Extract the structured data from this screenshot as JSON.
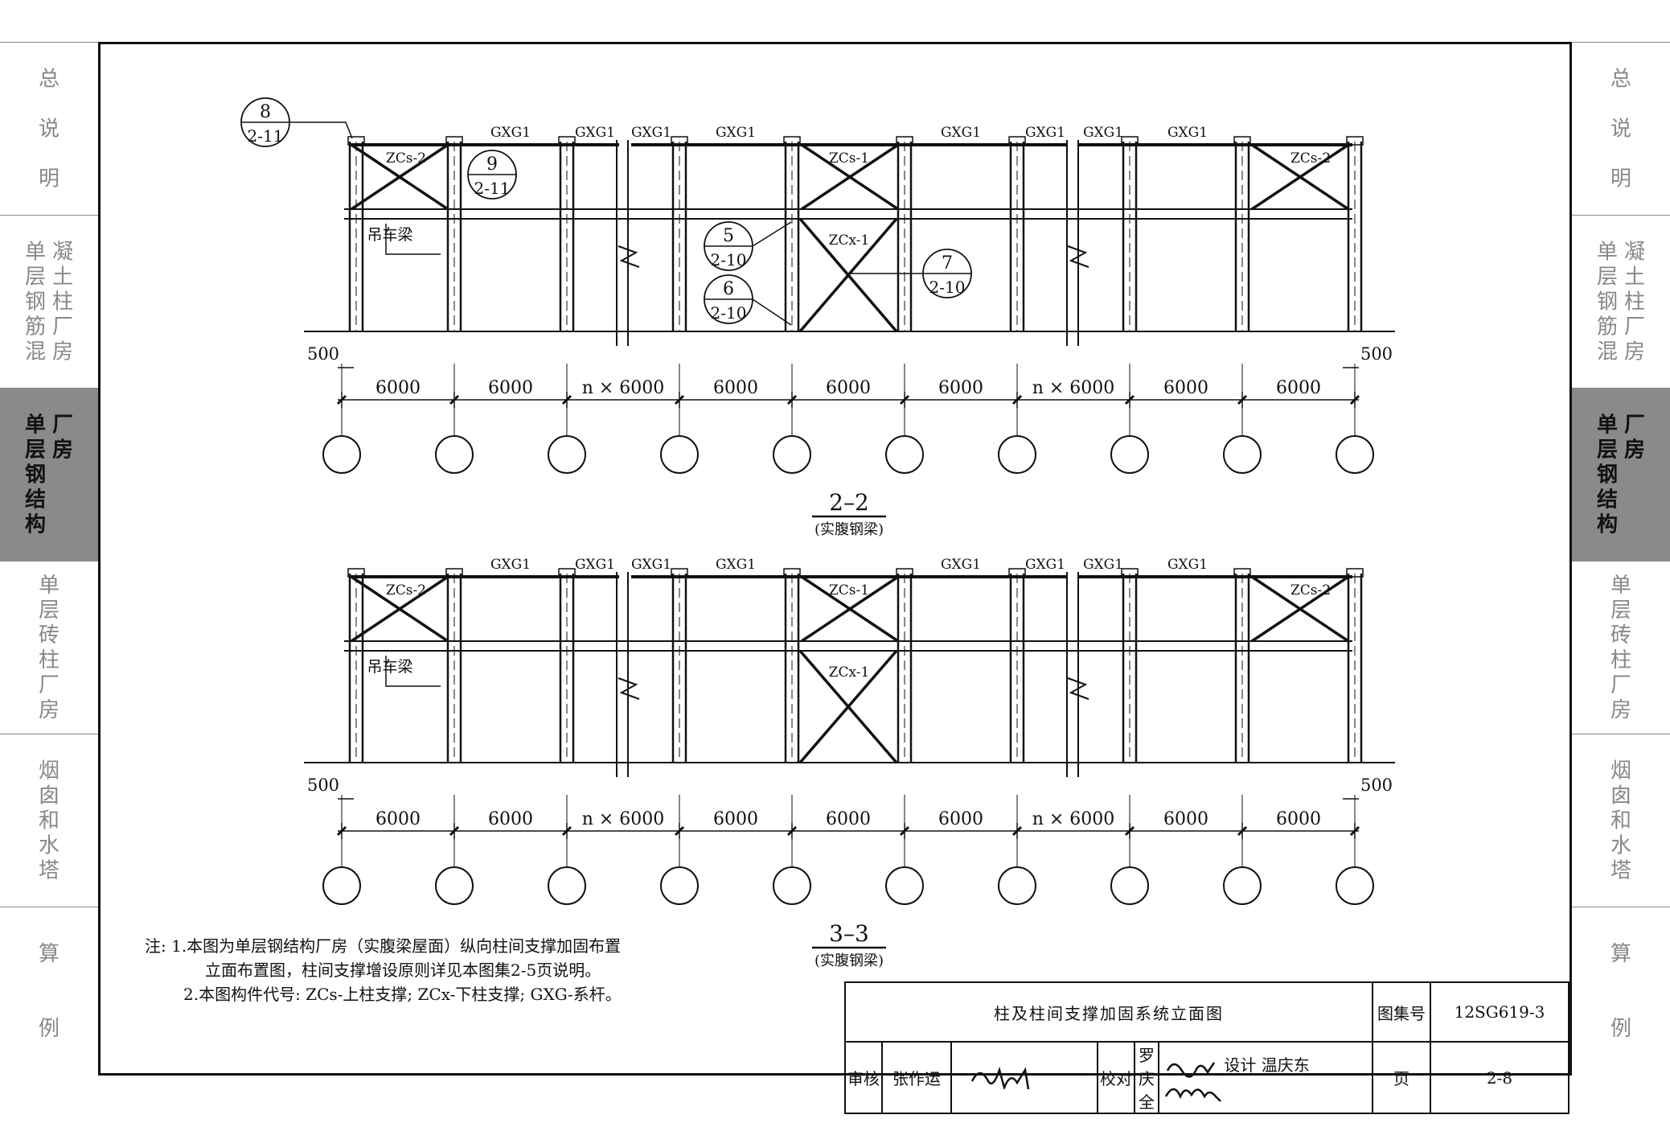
{
  "sidebar": {
    "tabs": [
      {
        "label": "总\n\n说\n\n明",
        "active": false
      },
      {
        "label_a": "单\n层\n钢\n筋\n混",
        "label_b": "凝\n土\n柱\n厂\n房",
        "active": false
      },
      {
        "label_a": "单\n层\n钢\n结\n构",
        "label_b": "厂\n房",
        "active": true
      },
      {
        "label": "单\n层\n砖\n柱\n厂\n房",
        "active": false
      },
      {
        "label": "烟\n囱\n和\n水\n塔",
        "active": false
      },
      {
        "label": "算\n\n\n例",
        "active": false
      }
    ]
  },
  "drawing": {
    "upper": {
      "section_label": "2–2",
      "section_sub": "(实腹钢梁)",
      "beam_labels": [
        "GXG1",
        "GXG1",
        "GXG1",
        "GXG1",
        "GXG1",
        "GXG1",
        "GXG1",
        "GXG1"
      ],
      "brace_labels": [
        "ZCs-2",
        "ZCs-1",
        "ZCs-2",
        "ZCx-1"
      ],
      "crane_beam": "吊车梁",
      "dims": [
        "6000",
        "6000",
        "n × 6000",
        "6000",
        "6000",
        "6000",
        "n × 6000",
        "6000",
        "6000"
      ],
      "edge_dim_left": "500",
      "edge_dim_right": "500",
      "detail_refs": [
        {
          "num": "8",
          "page": "2-11"
        },
        {
          "num": "9",
          "page": "2-11"
        },
        {
          "num": "5",
          "page": "2-10"
        },
        {
          "num": "6",
          "page": "2-10"
        },
        {
          "num": "7",
          "page": "2-10"
        }
      ]
    },
    "lower": {
      "section_label": "3–3",
      "section_sub": "(实腹钢梁)",
      "beam_labels": [
        "GXG1",
        "GXG1",
        "GXG1",
        "GXG1",
        "GXG1",
        "GXG1",
        "GXG1",
        "GXG1"
      ],
      "brace_labels": [
        "ZCs-2",
        "ZCs-1",
        "ZCs-2",
        "ZCx-1"
      ],
      "crane_beam": "吊车梁",
      "dims": [
        "6000",
        "6000",
        "n × 6000",
        "6000",
        "6000",
        "6000",
        "n × 6000",
        "6000",
        "6000"
      ],
      "edge_dim_left": "500",
      "edge_dim_right": "500"
    }
  },
  "notes": {
    "line1": "注: 1.本图为单层钢结构厂房（实腹梁屋面）纵向柱间支撑加固布置",
    "line2": "立面布置图，柱间支撑增设原则详见本图集2-5页说明。",
    "line3": "2.本图构件代号: ZCs-上柱支撑; ZCx-下柱支撑; GXG-系杆。"
  },
  "title_block": {
    "title": "柱及柱间支撑加固系统立面图",
    "atlas_label": "图集号",
    "atlas_no": "12SG619-3",
    "review_label": "审核",
    "reviewer": "张作运",
    "check_label": "校对",
    "checker": "罗庆全",
    "design_label": "设计",
    "designer": "温庆东",
    "page_label": "页",
    "page_no": "2-8"
  }
}
